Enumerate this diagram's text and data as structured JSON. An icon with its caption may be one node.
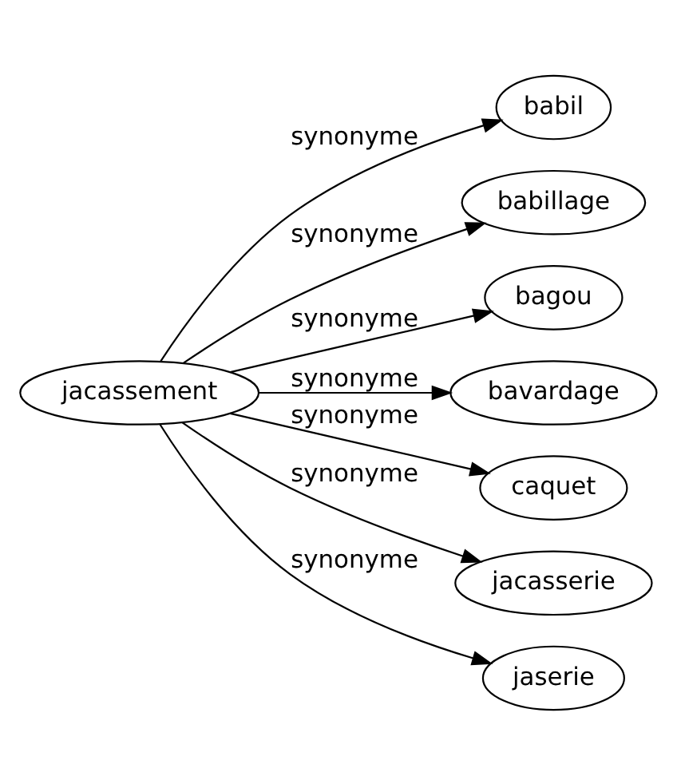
{
  "diagram": {
    "nodes": [
      {
        "text": [
          "jacassement"
        ]
      },
      {
        "text": [
          "babil"
        ]
      },
      {
        "text": [
          "babillage"
        ]
      },
      {
        "text": [
          "bagou"
        ]
      },
      {
        "text": [
          "bavardage"
        ]
      },
      {
        "text": [
          "caquet"
        ]
      },
      {
        "text": [
          "jacasserie"
        ]
      },
      {
        "text": [
          "jaserie"
        ]
      }
    ],
    "edges": [
      {
        "from": 0,
        "to": 1,
        "arrow": "to",
        "label": "synonyme"
      },
      {
        "from": 0,
        "to": 2,
        "arrow": "to",
        "label": "synonyme"
      },
      {
        "from": 0,
        "to": 3,
        "arrow": "to",
        "label": "synonyme"
      },
      {
        "from": 0,
        "to": 4,
        "arrow": "to",
        "label": "synonyme"
      },
      {
        "from": 0,
        "to": 5,
        "arrow": "to",
        "label": "synonyme"
      },
      {
        "from": 0,
        "to": 6,
        "arrow": "to",
        "label": "synonyme"
      },
      {
        "from": 0,
        "to": 7,
        "arrow": "to",
        "label": "synonyme"
      }
    ]
  }
}
